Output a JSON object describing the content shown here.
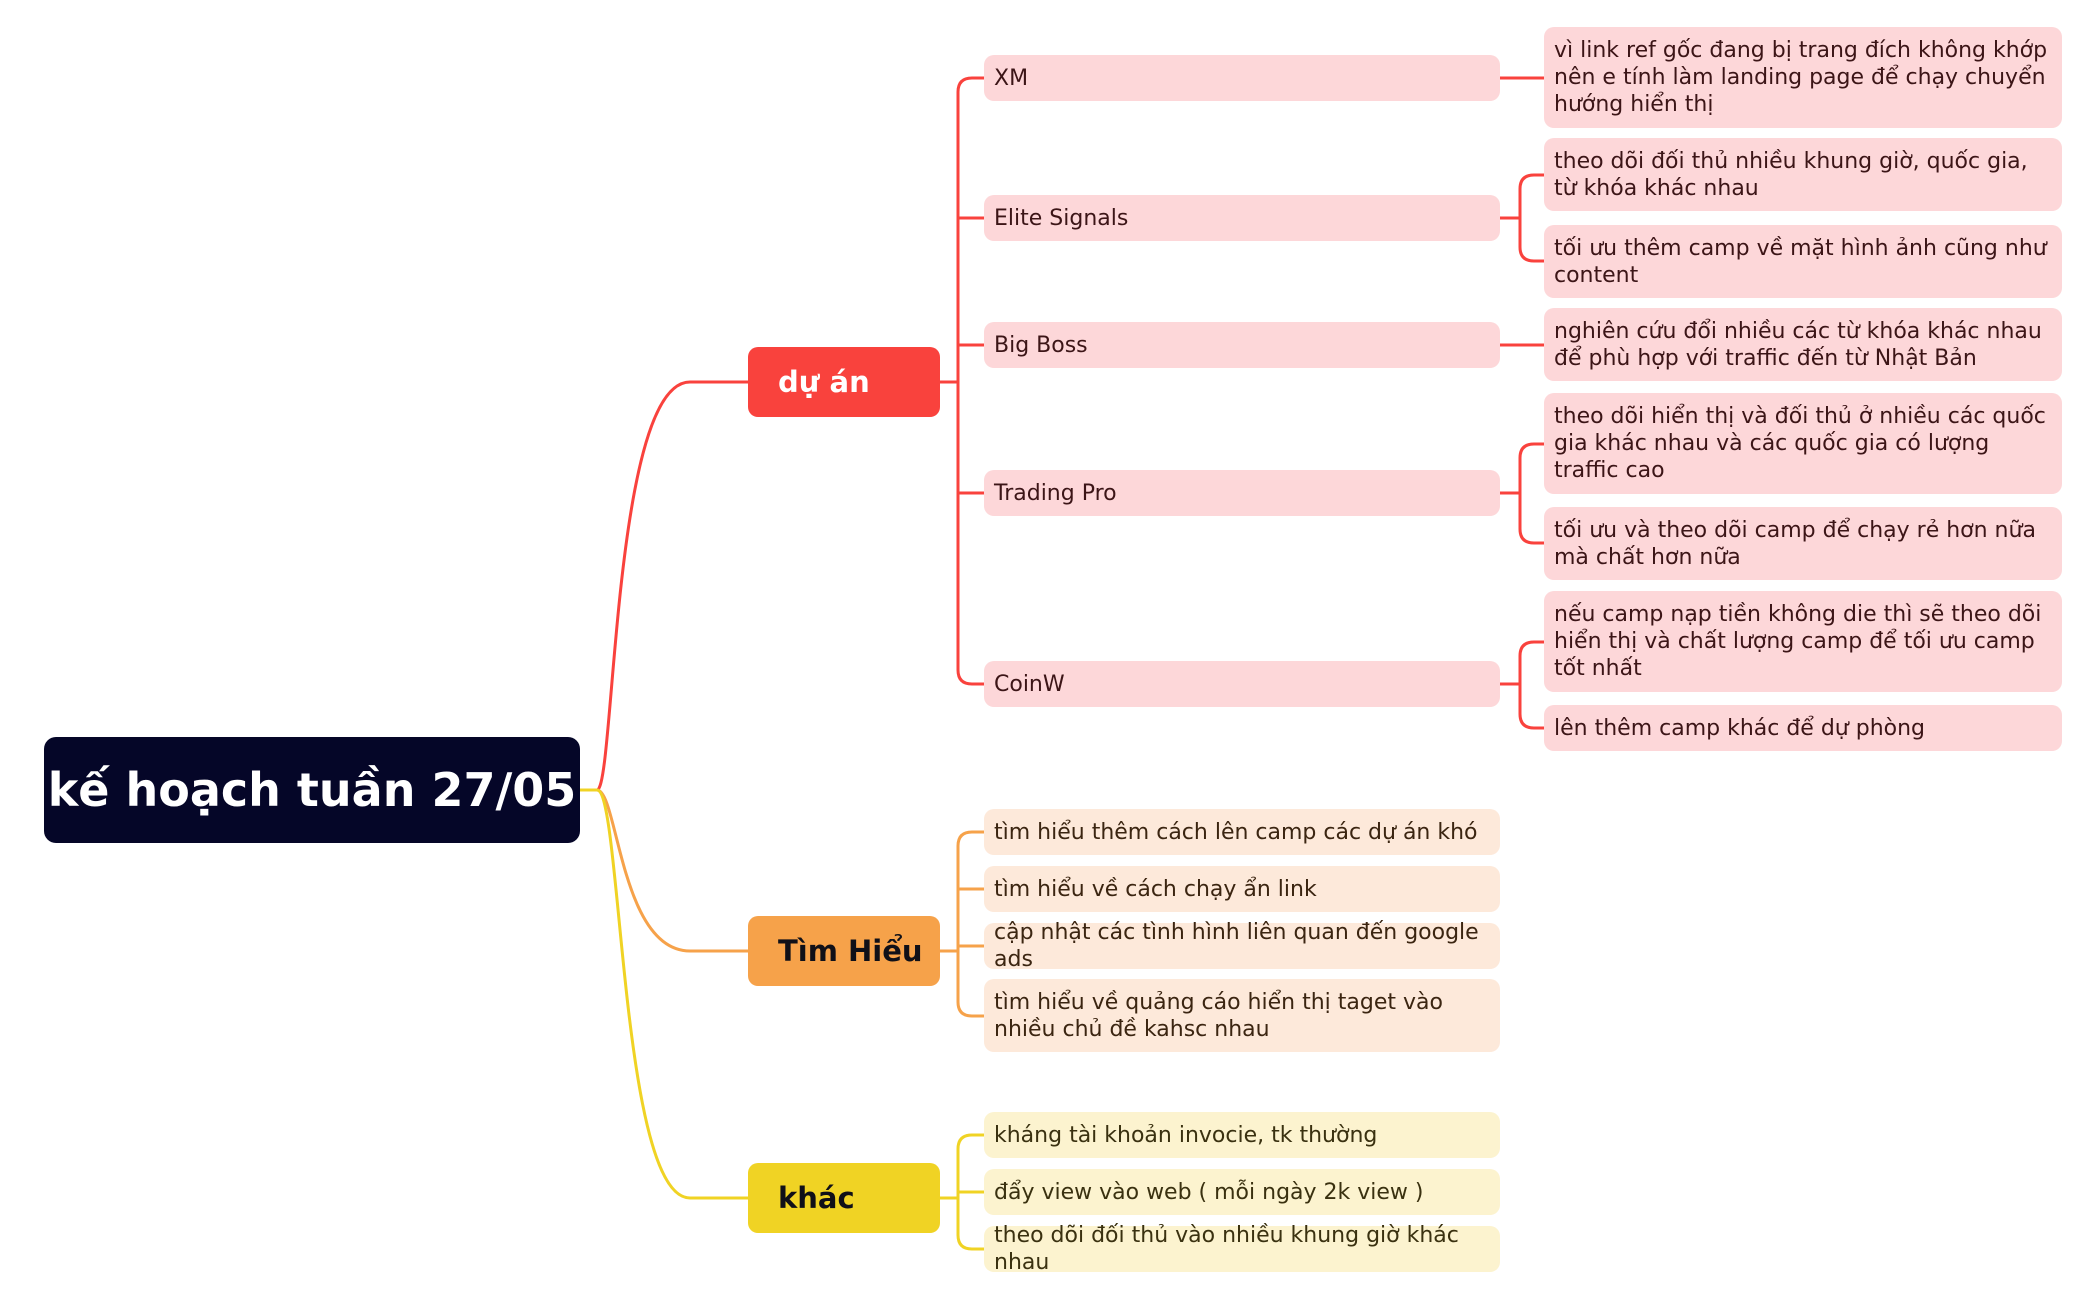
{
  "root": "kế hoạch tuần 27/05",
  "colors": {
    "root_bg": "#050628",
    "red": "#f9423d",
    "orange": "#f6a24a",
    "yellow": "#f0d324",
    "pink_box": "#fdd7d9",
    "peach_box": "#fde9da",
    "cream_box": "#fcf3cf"
  },
  "branches": [
    {
      "label": "dự án",
      "topics": [
        {
          "label": "XM",
          "details": [
            "vì link ref gốc đang bị trang đích không khớp nên e tính làm landing page để chạy chuyển hướng hiển thị"
          ]
        },
        {
          "label": "Elite Signals",
          "details": [
            "theo dõi đối thủ nhiều khung giờ, quốc gia, từ khóa khác nhau",
            "tối ưu thêm camp về mặt hình ảnh cũng như content"
          ]
        },
        {
          "label": "Big Boss",
          "details": [
            "nghiên cứu đổi nhiều các từ khóa khác nhau để phù hợp với traffic đến từ Nhật Bản"
          ]
        },
        {
          "label": "Trading Pro",
          "details": [
            "theo dõi hiển thị và đối thủ ở  nhiều các quốc gia khác nhau và các quốc gia có lượng traffic cao",
            "tối ưu và theo dõi camp để chạy rẻ hơn nữa mà chất hơn nữa"
          ]
        },
        {
          "label": "CoinW",
          "details": [
            "nếu camp nạp tiền không die thì sẽ theo dõi hiển thị và chất lượng camp để tối ưu camp tốt nhất",
            "lên thêm camp khác để dự phòng"
          ]
        }
      ]
    },
    {
      "label": "Tìm Hiểu",
      "topics": [
        {
          "label": "tìm hiểu thêm cách lên camp các dự án khó"
        },
        {
          "label": "tìm hiểu về cách chạy ẩn link"
        },
        {
          "label": "cập nhật các tình hình liên quan đến google ads"
        },
        {
          "label": "tìm hiểu về quảng cáo hiển thị taget vào nhiều chủ đề kahsc nhau"
        }
      ]
    },
    {
      "label": "khác",
      "topics": [
        {
          "label": "kháng tài khoản invocie, tk thường"
        },
        {
          "label": "đẩy view vào web ( mỗi ngày 2k view )"
        },
        {
          "label": "theo dõi đối thủ vào nhiều khung giờ khác nhau"
        }
      ]
    }
  ]
}
